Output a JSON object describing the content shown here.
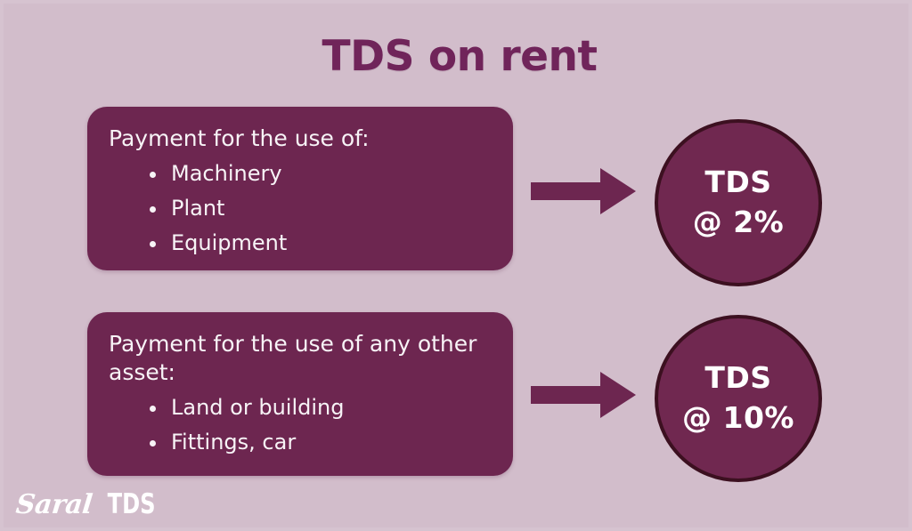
{
  "title": "TDS on rent",
  "theme": {
    "background": "#d2bdcb",
    "panel_fill": "#6d2650",
    "badge_fill": "#702850",
    "badge_border": "#3c1020",
    "title_color": "#70245a",
    "arrow_color": "#6d2650",
    "text_color": "#f7f3f6"
  },
  "rows": [
    {
      "heading": "Payment for the use of:",
      "bullets": [
        "Machinery",
        "Plant",
        "Equipment"
      ],
      "arrow": "right-arrow-icon",
      "badge": {
        "line1": "TDS",
        "line2": "@ 2%"
      }
    },
    {
      "heading": "Payment for the use of any other asset:",
      "bullets": [
        "Land or building",
        "Fittings, car"
      ],
      "arrow": "right-arrow-icon",
      "badge": {
        "line1": "TDS",
        "line2": "@ 10%"
      }
    }
  ],
  "logo": {
    "word_script": "Saral",
    "word_block": "TDS"
  }
}
